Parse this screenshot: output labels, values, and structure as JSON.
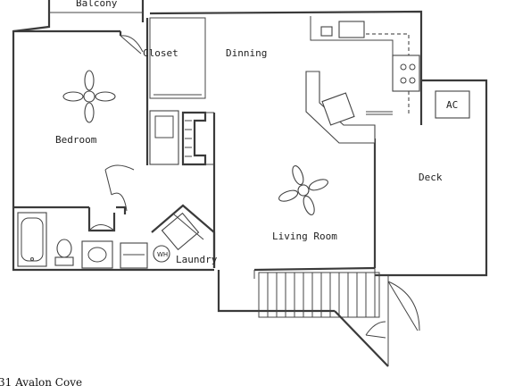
{
  "rooms": {
    "balcony": "Balcony",
    "closet": "Closet",
    "dinning": "Dinning",
    "bedroom": "Bedroom",
    "deck": "Deck",
    "living_room": "Living Room",
    "laundry": "Laundry"
  },
  "fixtures": {
    "ac": "AC",
    "water_heater": "WH"
  },
  "caption": "31 Avalon Cove"
}
